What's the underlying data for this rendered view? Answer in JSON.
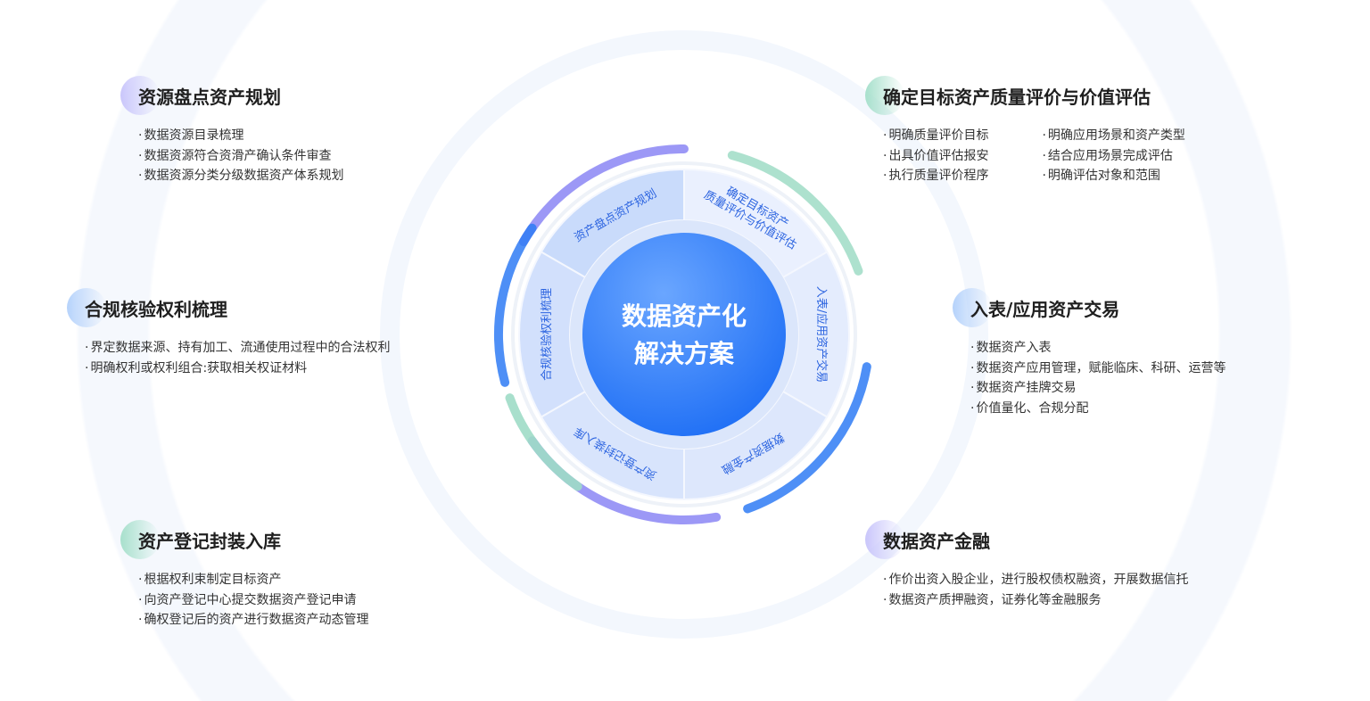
{
  "center": {
    "line1": "数据资产化",
    "line2": "解决方案"
  },
  "wheel": [
    {
      "lines": [
        "资产盘点资产规划"
      ],
      "angle": -30
    },
    {
      "lines": [
        "确定目标资产",
        "质量评价与价值评估"
      ],
      "angle": 30
    },
    {
      "lines": [
        "入表/应用资产交易"
      ],
      "angle": 90
    },
    {
      "lines": [
        "数据资产金融"
      ],
      "angle": 150
    },
    {
      "lines": [
        "资产登记封装入库"
      ],
      "angle": 210
    },
    {
      "lines": [
        "合规核验权利梳理"
      ],
      "angle": 270
    }
  ],
  "blocks": {
    "plan": {
      "title": "资源盘点资产规划",
      "items": [
        "数据资源目录梳理",
        "数据资源符合资滑产确认条件审查",
        "数据资源分类分级数据资产体系规划"
      ]
    },
    "quality": {
      "title": "确定目标资产质量评价与价值评估",
      "col1": [
        "明确质量评价目标",
        "出具价值评估报安",
        "执行质量评价程序"
      ],
      "col2": [
        "明确应用场景和资产类型",
        "结合应用场景完成评估",
        "明确评估对象和范围"
      ]
    },
    "compliance": {
      "title": "合规核验权利梳理",
      "items": [
        "界定数据来源、持有加工、流通使用过程中的合法权利",
        "明确权利或权利组合:获取相关权证材料"
      ]
    },
    "trade": {
      "title": "入表/应用资产交易",
      "items": [
        "数据资产入表",
        "数据资产应用管理，赋能临床、科研、运营等",
        "数据资产挂牌交易",
        "价值量化、合规分配"
      ]
    },
    "register": {
      "title": "资产登记封装入库",
      "items": [
        "根据权利束制定目标资产",
        "向资产登记中心提交数据资产登记申请",
        "确权登记后的资产进行数据资产动态管理"
      ]
    },
    "finance": {
      "title": "数据资产金融",
      "items": [
        "作价出资入股企业，进行股权债权融资，开展数据信托",
        "数据资产质押融资，证券化等金融服务"
      ]
    }
  },
  "colors": {
    "blue": "#2f7bf5",
    "purple": "#8b86f5",
    "teal": "#9fdcc6",
    "segText": "#2c64e0"
  }
}
